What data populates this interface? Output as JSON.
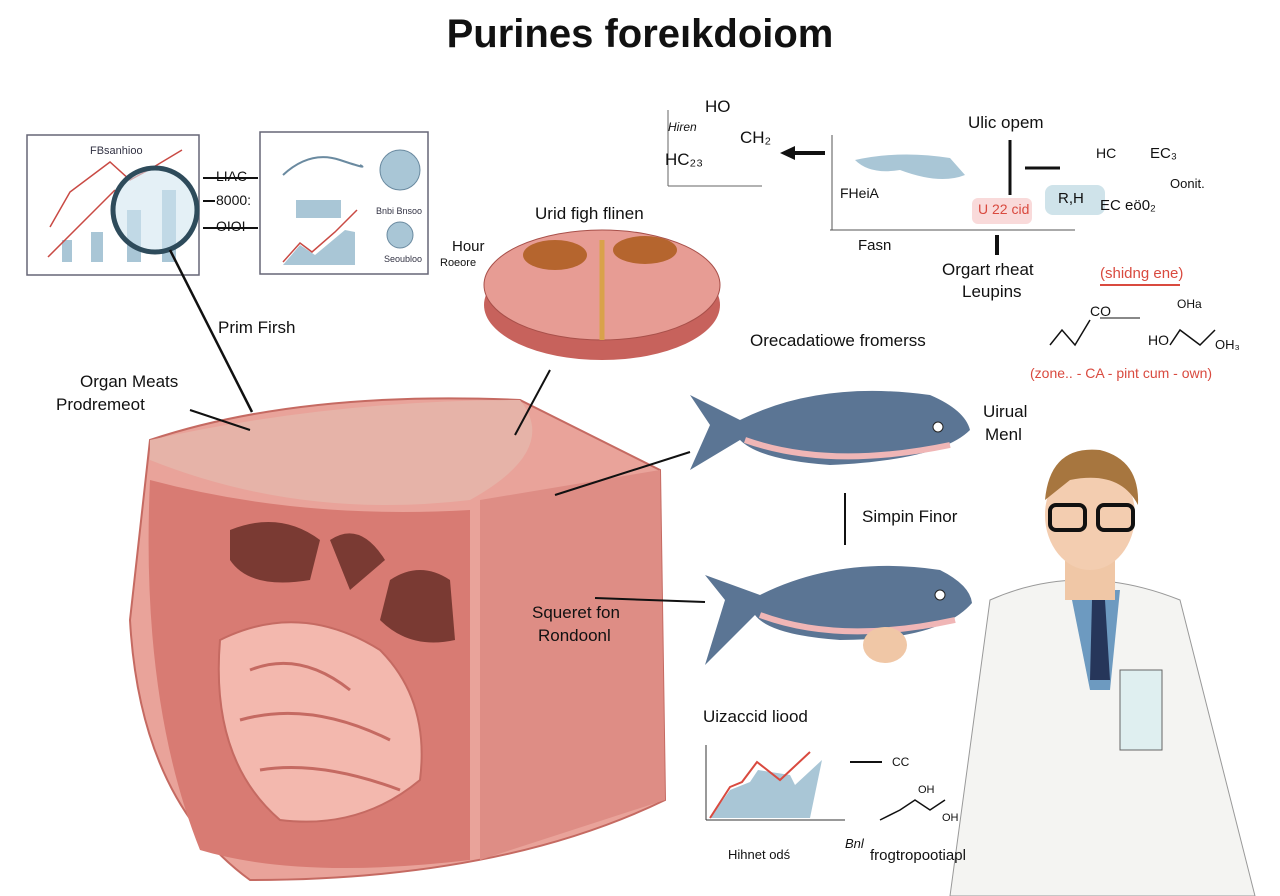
{
  "title": "Purines foreıkdoiom",
  "charts_panel": {
    "left_chart_title": "FBsanhioo",
    "labels": [
      "LIAC",
      "8000:",
      "OIOI"
    ],
    "right_panel_labels": [
      "Bnbi Bnsoo",
      "Seoubloo"
    ]
  },
  "labels": {
    "prim_firsh": "Prim Firsh",
    "organ_meats": "Organ Meats",
    "organ_meats_2": "Prodremeot",
    "urid_figh": "Urid figh flinen",
    "hour": "Hour",
    "roeore": "Roeore",
    "orecadatiowe": "Orecadatiowe fromerss",
    "uirual": "Uirual",
    "menl": "Menl",
    "simpin": "Simpin Finor",
    "squeret": "Squeret fon",
    "rondoonl": "Rondoonl"
  },
  "chemistry": {
    "ho": "HO",
    "hiren": "Hiren",
    "ch2": "CH₂",
    "hc23": "HC₂₃",
    "ulic_opem": "Ulic opem",
    "fheia": "FHeiA",
    "fasn": "Fasn",
    "u22cid": "U 22 cid",
    "rh": "R,H",
    "ec": "EC eö0₂",
    "hc": "HC",
    "ec3": "EC₃",
    "oonit": "Oonit.",
    "orgart": "Orgart rheat",
    "leupins": "Leupins",
    "shidng": "(shidng ene)",
    "co": "CO",
    "oha": "OHa",
    "ho2": "HO",
    "oh3": "OH₃",
    "footer": "(zone.. - CA - pint cum - own)"
  },
  "bottom_chart": {
    "title": "Uizaccid liood",
    "xlabel": "Hihnet odś",
    "side": "Bnl",
    "cc": "CC",
    "oh1": "OH",
    "oh2": "OH",
    "molecule_label": "frogtropootiapl"
  },
  "colors": {
    "meat": "#e9a39a",
    "meat_dark": "#c56a62",
    "fish": "#5b7594",
    "accent_red": "#d94a3f",
    "chart_blue": "#a9c6d6"
  }
}
